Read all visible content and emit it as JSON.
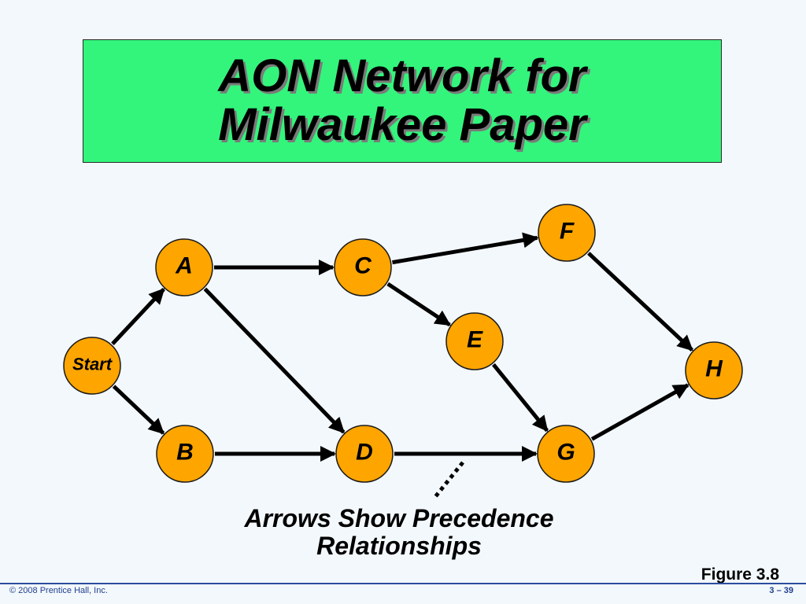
{
  "slide": {
    "title_line1": "AON Network for",
    "title_line2": "Milwaukee Paper",
    "caption_line1": "Arrows Show Precedence",
    "caption_line2": "Relationships",
    "figure": "Figure 3.8",
    "copyright": "© 2008 Prentice Hall, Inc.",
    "page": "3 – 39"
  },
  "colors": {
    "title_background": "#33f57c",
    "node_fill": "#ffa500",
    "background": "#f3f8fc",
    "footer_text": "#1f3f8f"
  },
  "diagram": {
    "nodes": [
      {
        "id": "start",
        "label": "Start"
      },
      {
        "id": "A",
        "label": "A"
      },
      {
        "id": "B",
        "label": "B"
      },
      {
        "id": "C",
        "label": "C"
      },
      {
        "id": "D",
        "label": "D"
      },
      {
        "id": "E",
        "label": "E"
      },
      {
        "id": "F",
        "label": "F"
      },
      {
        "id": "G",
        "label": "G"
      },
      {
        "id": "H",
        "label": "H"
      }
    ],
    "edges": [
      {
        "from": "start",
        "to": "A"
      },
      {
        "from": "start",
        "to": "B"
      },
      {
        "from": "A",
        "to": "C"
      },
      {
        "from": "A",
        "to": "D"
      },
      {
        "from": "B",
        "to": "D"
      },
      {
        "from": "C",
        "to": "F"
      },
      {
        "from": "C",
        "to": "E"
      },
      {
        "from": "D",
        "to": "G"
      },
      {
        "from": "E",
        "to": "G"
      },
      {
        "from": "F",
        "to": "H"
      },
      {
        "from": "G",
        "to": "H"
      }
    ]
  }
}
